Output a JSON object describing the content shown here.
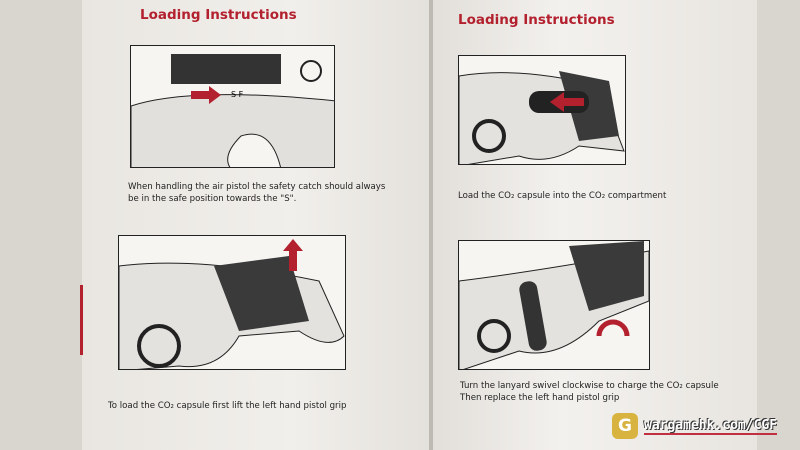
{
  "left_page": {
    "heading": "Loading Instructions",
    "steps": [
      {
        "caption_line1": "When handling the air pistol the safety catch should always",
        "caption_line2": "be in the safe position towards the \"S\".",
        "label": "S  F"
      },
      {
        "caption_line1": "To load the CO₂ capsule first lift the left hand pistol grip"
      }
    ]
  },
  "right_page": {
    "heading": "Loading Instructions",
    "steps": [
      {
        "caption_line1": "Load the CO₂ capsule into the CO₂ compartment"
      },
      {
        "caption_line1": "Turn the lanyard swivel clockwise to charge the CO₂ capsule",
        "caption_line2": "Then replace the left hand pistol grip"
      }
    ]
  },
  "watermark": {
    "logo_letter": "G",
    "text": "wargamehk.com/CGF"
  },
  "colors": {
    "accent": "#b3202e",
    "page": "#f1efeb"
  }
}
